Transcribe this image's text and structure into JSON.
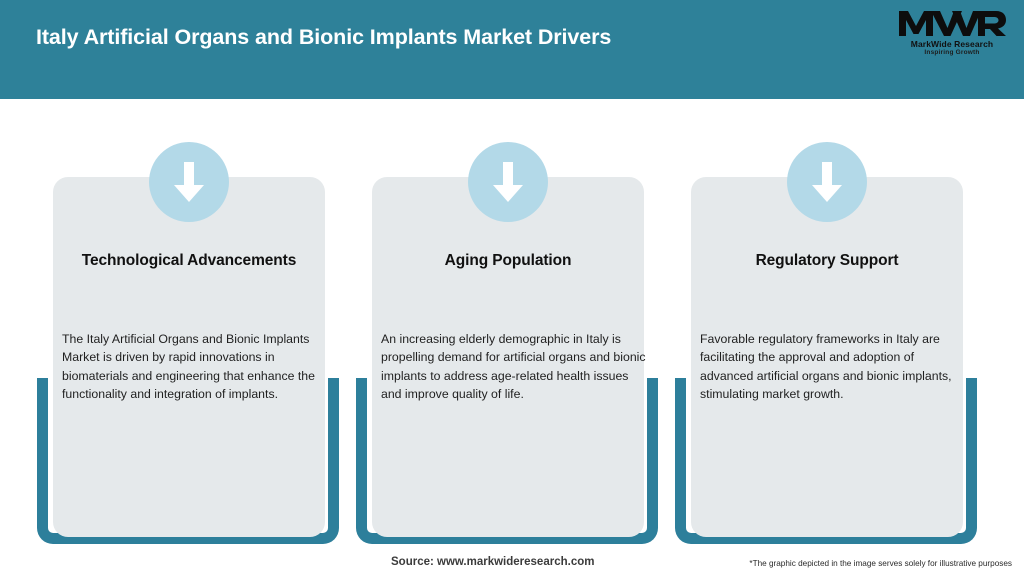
{
  "header": {
    "title": "Italy Artificial Organs and Bionic Implants Market Drivers",
    "bar_color": "#2E8199",
    "title_color": "#FFFFFF"
  },
  "logo": {
    "mark": "MWR",
    "name": "MarkWide Research",
    "tagline": "Inspiring Growth"
  },
  "theme": {
    "teal": "#2D7F9B",
    "card_bg": "#E5E9EB",
    "icon_circle": "#B3D9E8",
    "icon_arrow": "#FFFFFF",
    "body_text": "#1F1F1F"
  },
  "cards": [
    {
      "icon": "arrow-down-icon",
      "title": "Technological Advancements",
      "body": "The Italy Artificial Organs and Bionic Implants Market is driven by rapid innovations in biomaterials and engineering that enhance the functionality and integration of implants."
    },
    {
      "icon": "arrow-down-icon",
      "title": "Aging Population",
      "body": "An increasing elderly demographic in Italy is propelling demand for artificial organs and bionic implants to address age-related health issues and improve quality of life."
    },
    {
      "icon": "arrow-down-icon",
      "title": "Regulatory Support",
      "body": "Favorable regulatory frameworks in Italy are facilitating the approval and adoption of advanced artificial organs and bionic implants, stimulating market growth."
    }
  ],
  "footer": {
    "source": "Source: www.markwideresearch.com",
    "disclaimer": "*The graphic depicted in the image serves solely for illustrative purposes"
  }
}
